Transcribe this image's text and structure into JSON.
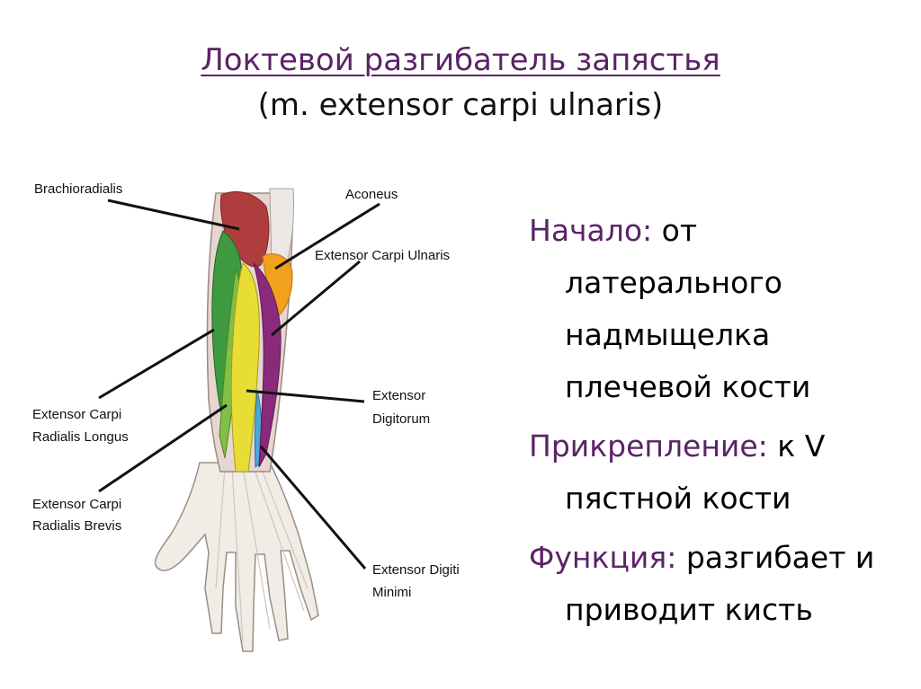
{
  "title": {
    "line1": "Локтевой разгибатель запястья",
    "line2": "(m. extensor carpi ulnaris)"
  },
  "figure": {
    "labels": {
      "brachioradialis": "Brachioradialis",
      "aconeus": "Aconeus",
      "ecu": "Extensor Carpi Ulnaris",
      "ed_1": "Extensor",
      "ed_2": "Digitorum",
      "ecrl_1": "Extensor Carpi",
      "ecrl_2": "Radialis Longus",
      "ecrb_1": "Extensor Carpi",
      "ecrb_2": "Radialis Brevis",
      "edm_1": "Extensor Digiti",
      "edm_2": "Minimi"
    },
    "colors": {
      "brachioradialis": "#b03d3d",
      "anconeus": "#f2a11d",
      "extensor_carpi_ulnaris": "#8b2a7a",
      "extensor_digitorum": "#e8dd35",
      "ecrl": "#3e9a3e",
      "ecrb": "#7fc045",
      "edm": "#4aa7d8"
    }
  },
  "info": {
    "origin_key": "Начало:",
    "origin_val": " от латерального надмыщелка плечевой кости",
    "insertion_key": "Прикрепление:",
    "insertion_val": " к V пястной кости",
    "function_key": "Функция:",
    "function_val": " разгибает и приводит кисть"
  }
}
